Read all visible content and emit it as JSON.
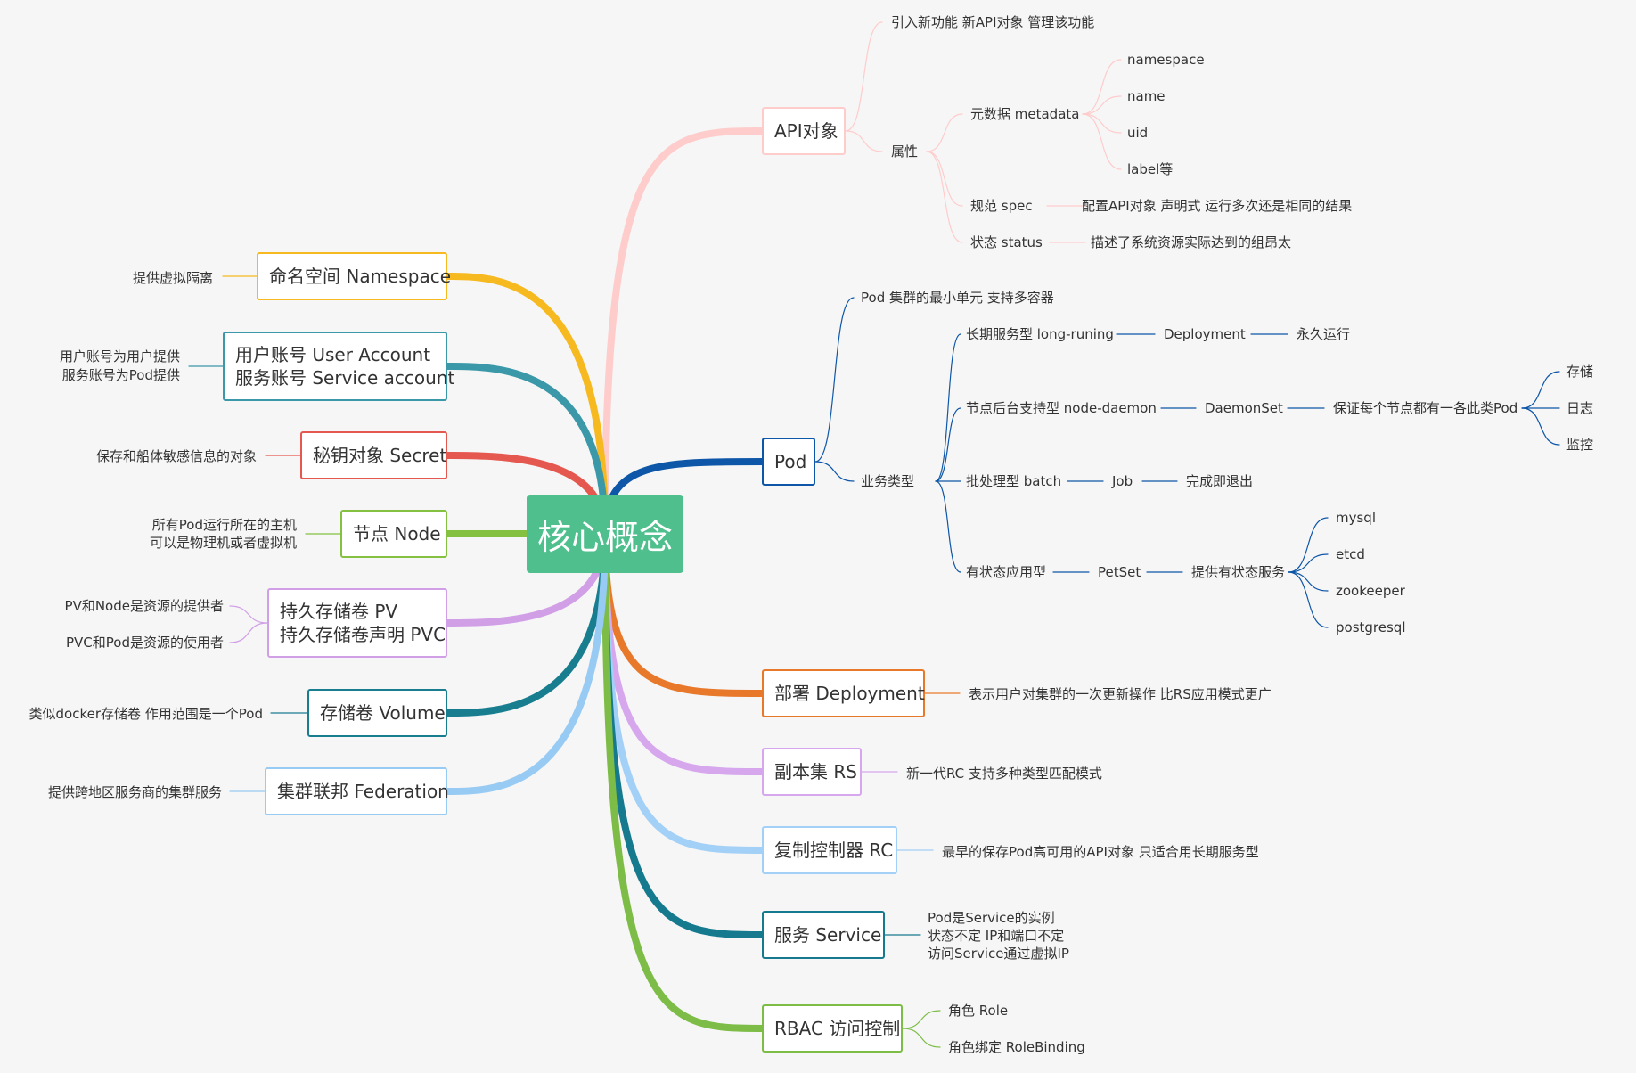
{
  "center": "核心概念",
  "colors": {
    "api": "#ffcccc",
    "namespace": "#f6b91f",
    "account": "#3a98a8",
    "secret": "#e5584f",
    "node": "#84c141",
    "pv": "#d19fe6",
    "volume": "#187e8f",
    "federation": "#98cbf4",
    "pod": "#0e56a8",
    "deployment": "#e8792b",
    "rs": "#d7a7ee",
    "rc": "#a3d0f7",
    "service": "#167a8e",
    "rbac": "#7dbd47",
    "center": "#4fc08d"
  },
  "right": {
    "api": {
      "label": "API对象",
      "intro": "引入新功能 新API对象 管理该功能",
      "attr": "属性",
      "metadata": "元数据 metadata",
      "meta_items": [
        "namespace",
        "name",
        "uid",
        "label等"
      ],
      "spec": "规范 spec",
      "spec_desc": "配置API对象 声明式 运行多次还是相同的结果",
      "status": "状态 status",
      "status_desc": "描述了系统资源实际达到的组昂太"
    },
    "pod": {
      "label": "Pod",
      "desc": "Pod 集群的最小单元 支持多容器",
      "biz": "业务类型",
      "long": "长期服务型 long-runing",
      "long_ctl": "Deployment",
      "long_desc": "永久运行",
      "daemon": "节点后台支持型 node-daemon",
      "daemon_ctl": "DaemonSet",
      "daemon_desc": "保证每个节点都有一各此类Pod",
      "daemon_items": [
        "存储",
        "日志",
        "监控"
      ],
      "batch": "批处理型 batch",
      "batch_ctl": "Job",
      "batch_desc": "完成即退出",
      "stateful": "有状态应用型",
      "stateful_ctl": "PetSet",
      "stateful_desc": "提供有状态服务",
      "stateful_items": [
        "mysql",
        "etcd",
        "zookeeper",
        "postgresql"
      ]
    },
    "deployment": {
      "label": "部署 Deployment",
      "desc": "表示用户对集群的一次更新操作 比RS应用模式更广"
    },
    "rs": {
      "label": "副本集 RS",
      "desc": "新一代RC 支持多种类型匹配模式"
    },
    "rc": {
      "label": "复制控制器 RC",
      "desc": "最早的保存Pod高可用的API对象 只适合用长期服务型"
    },
    "service": {
      "label": "服务 Service",
      "desc": [
        "Pod是Service的实例",
        "状态不定 IP和端口不定",
        "访问Service通过虚拟IP"
      ]
    },
    "rbac": {
      "label": "RBAC 访问控制",
      "items": [
        "角色 Role",
        "角色绑定 RoleBinding"
      ]
    }
  },
  "left": {
    "namespace": {
      "label": "命名空间 Namespace",
      "desc": "提供虚拟隔离"
    },
    "account": {
      "label": [
        "用户账号 User Account",
        "服务账号 Service account"
      ],
      "desc": [
        "用户账号为用户提供",
        "服务账号为Pod提供"
      ]
    },
    "secret": {
      "label": "秘钥对象 Secret",
      "desc": "保存和船体敏感信息的对象"
    },
    "node": {
      "label": "节点 Node",
      "desc": [
        "所有Pod运行所在的主机",
        "可以是物理机或者虚拟机"
      ]
    },
    "pv": {
      "label": [
        "持久存储卷 PV",
        "持久存储卷声明 PVC"
      ],
      "items": [
        "PV和Node是资源的提供者",
        "PVC和Pod是资源的使用者"
      ]
    },
    "volume": {
      "label": "存储卷 Volume",
      "desc": "类似docker存储卷 作用范围是一个Pod"
    },
    "federation": {
      "label": "集群联邦 Federation",
      "desc": "提供跨地区服务商的集群服务"
    }
  }
}
